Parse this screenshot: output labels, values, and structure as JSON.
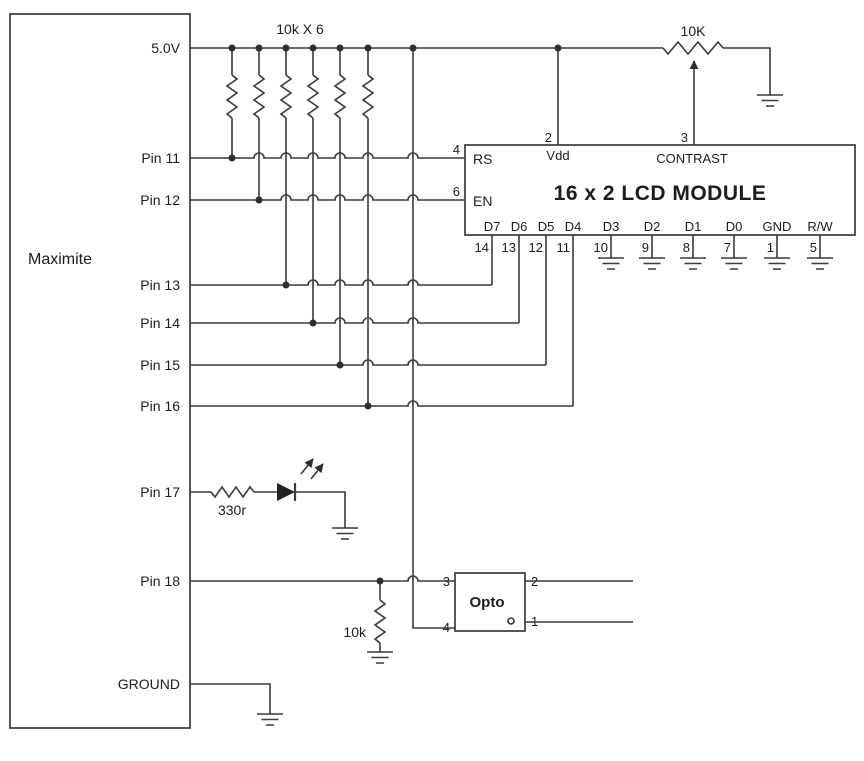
{
  "colors": {
    "wire": "#3a3a3a",
    "text": "#1c1c1c",
    "background": "#ffffff"
  },
  "maximite": {
    "title": "Maximite",
    "pins": {
      "v5": "5.0V",
      "p11": "Pin 11",
      "p12": "Pin 12",
      "p13": "Pin 13",
      "p14": "Pin 14",
      "p15": "Pin 15",
      "p16": "Pin 16",
      "p17": "Pin 17",
      "p18": "Pin 18",
      "gnd": "GROUND"
    }
  },
  "resistor_bank": {
    "label": "10k X 6"
  },
  "potentiometer": {
    "label": "10K"
  },
  "lcd": {
    "title": "16 x 2 LCD MODULE",
    "rs": {
      "label": "RS",
      "pin": "4"
    },
    "en": {
      "label": "EN",
      "pin": "6"
    },
    "vdd": {
      "label": "Vdd",
      "pin": "2"
    },
    "contrast": {
      "label": "CONTRAST",
      "pin": "3"
    },
    "bottom_pins": [
      {
        "label": "D7",
        "pin": "14"
      },
      {
        "label": "D6",
        "pin": "13"
      },
      {
        "label": "D5",
        "pin": "12"
      },
      {
        "label": "D4",
        "pin": "11"
      },
      {
        "label": "D3",
        "pin": "10"
      },
      {
        "label": "D2",
        "pin": "9"
      },
      {
        "label": "D1",
        "pin": "8"
      },
      {
        "label": "D0",
        "pin": "7"
      },
      {
        "label": "GND",
        "pin": "1"
      },
      {
        "label": "R/W",
        "pin": "5"
      }
    ]
  },
  "led_circuit": {
    "resistor_label": "330r"
  },
  "pulldown": {
    "label": "10k"
  },
  "opto": {
    "title": "Opto",
    "pins": {
      "top_left": "3",
      "top_right": "2",
      "bottom_left": "4",
      "bottom_right": "1"
    }
  }
}
